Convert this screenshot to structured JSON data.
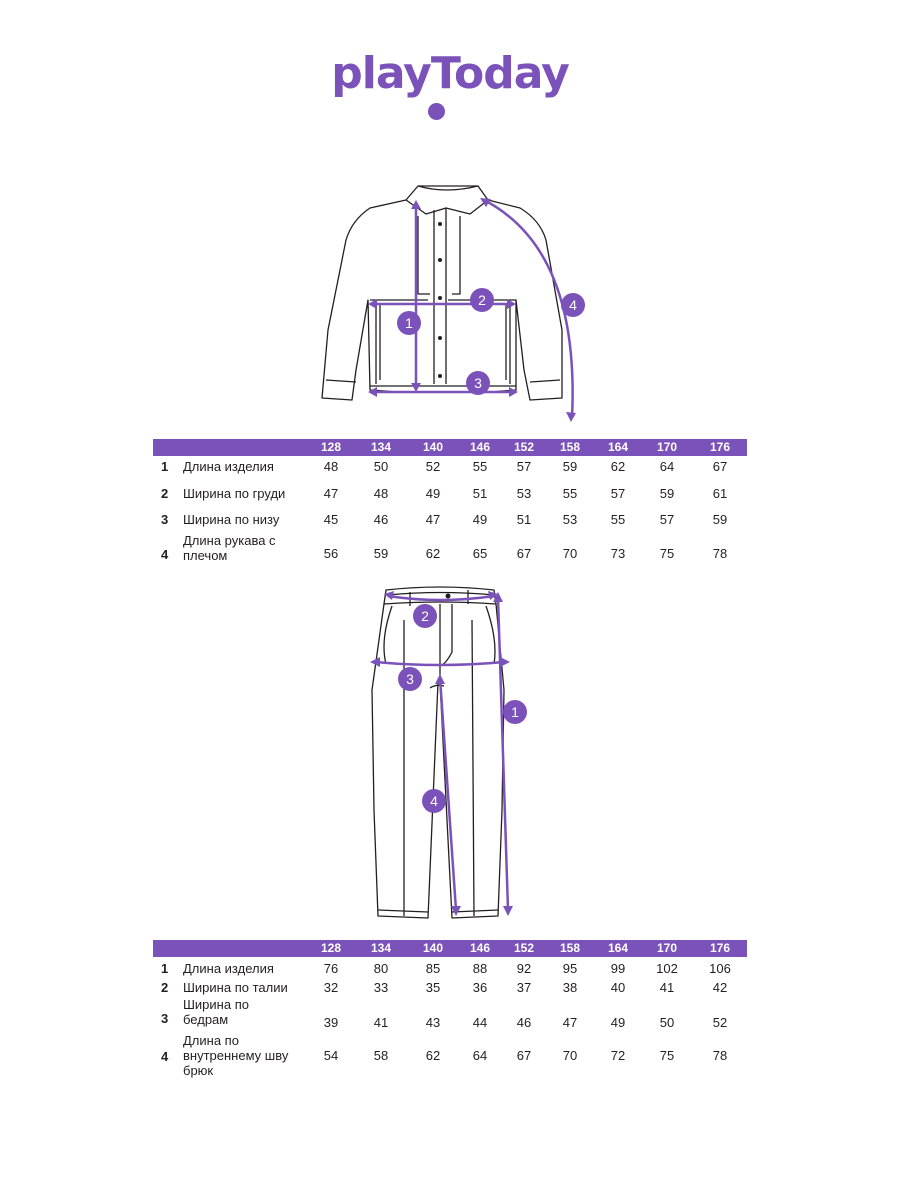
{
  "brand": {
    "logo_text": "playToday",
    "color": "#7b52b9"
  },
  "sizes": [
    "128",
    "134",
    "140",
    "146",
    "152",
    "158",
    "164",
    "170",
    "176"
  ],
  "jacket": {
    "markers": [
      "1",
      "2",
      "3",
      "4"
    ],
    "rows": [
      {
        "num": "1",
        "label": "Длина изделия",
        "values": [
          "48",
          "50",
          "52",
          "55",
          "57",
          "59",
          "62",
          "64",
          "67"
        ]
      },
      {
        "num": "2",
        "label": "Ширина по груди",
        "values": [
          "47",
          "48",
          "49",
          "51",
          "53",
          "55",
          "57",
          "59",
          "61"
        ]
      },
      {
        "num": "3",
        "label": "Ширина по низу",
        "values": [
          "45",
          "46",
          "47",
          "49",
          "51",
          "53",
          "55",
          "57",
          "59"
        ]
      },
      {
        "num": "4",
        "label": "Длина рукава с плечом",
        "values": [
          "56",
          "59",
          "62",
          "65",
          "67",
          "70",
          "73",
          "75",
          "78"
        ]
      }
    ]
  },
  "trousers": {
    "markers": [
      "1",
      "2",
      "3",
      "4"
    ],
    "rows": [
      {
        "num": "1",
        "label": "Длина изделия",
        "values": [
          "76",
          "80",
          "85",
          "88",
          "92",
          "95",
          "99",
          "102",
          "106"
        ]
      },
      {
        "num": "2",
        "label": "Ширина по талии",
        "values": [
          "32",
          "33",
          "35",
          "36",
          "37",
          "38",
          "40",
          "41",
          "42"
        ]
      },
      {
        "num": "3",
        "label": "Ширина по бедрам",
        "values": [
          "39",
          "41",
          "43",
          "44",
          "46",
          "47",
          "49",
          "50",
          "52"
        ]
      },
      {
        "num": "4",
        "label": "Длина по внутреннему шву брюк",
        "values": [
          "54",
          "58",
          "62",
          "64",
          "67",
          "70",
          "72",
          "75",
          "78"
        ]
      }
    ]
  }
}
